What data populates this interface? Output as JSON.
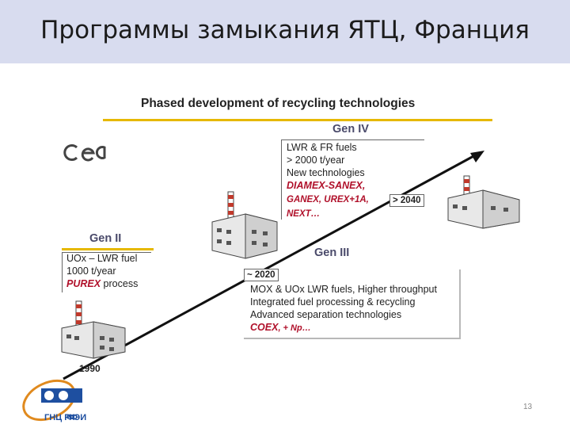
{
  "slide": {
    "title": "Программы замыкания ЯТЦ, Франция",
    "page_number": "13"
  },
  "figure": {
    "title": "Phased development of recycling technologies",
    "logos": {
      "cea": "cea",
      "gnpro": "ГНЦ РФ",
      "fei": "ФЭИ"
    },
    "gen2": {
      "label": "Gen II",
      "lines": [
        "UOx – LWR fuel",
        "1000 t/year"
      ],
      "process_red": "PUREX",
      "process_rest": " process",
      "year": "1990"
    },
    "gen3": {
      "label": "Gen III",
      "year_tag": "~ 2020",
      "lines": [
        "MOX & UOx LWR fuels, Higher throughput",
        "Integrated fuel processing  & recycling",
        "Advanced separation technologies"
      ],
      "red_main": "COEX",
      "red_rest": ", + Np…"
    },
    "gen4": {
      "label": "Gen IV",
      "year_tag": "> 2040",
      "lines": [
        "LWR & FR fuels",
        "> 2000 t/year",
        "New technologies"
      ],
      "red_lines": [
        "DIAMEX-SANEX,",
        "GANEX, UREX+1A,",
        "NEXT…"
      ]
    },
    "icons": {
      "plant": "nuclear-plant-icon",
      "arrow": "timeline-arrow"
    },
    "colors": {
      "accent_line": "#e6b800",
      "red_text": "#b0102a",
      "title_bg": "#d8dcef"
    }
  }
}
